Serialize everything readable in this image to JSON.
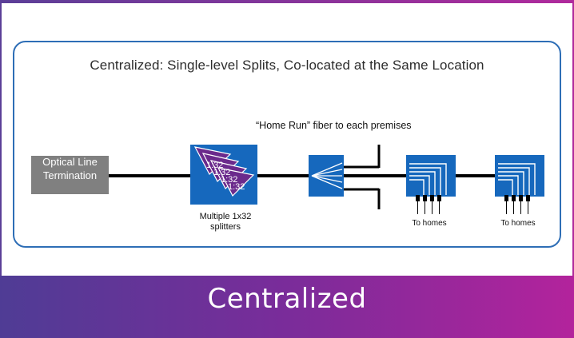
{
  "diagram": {
    "title": "Centralized: Single-level Splits, Co-located at the Same Location",
    "home_run_label": "“Home Run” fiber to each premises",
    "olt_label_line1": "Optical Line",
    "olt_label_line2": "Termination",
    "splitter_labels": [
      "1:32",
      "1:32",
      "1:32",
      "1:32"
    ],
    "splitters_caption_line1": "Multiple 1x32",
    "splitters_caption_line2": "splitters",
    "to_homes_1": "To homes",
    "to_homes_2": "To homes"
  },
  "banner": {
    "title": "Centralized"
  },
  "colors": {
    "frame": "#2e6eb6",
    "node_blue": "#1668bd",
    "olt_gray": "#808080",
    "splitter_purple": "#6b2a8c",
    "banner_gradient_start": "#4f3c95",
    "banner_gradient_end": "#b3239c"
  }
}
